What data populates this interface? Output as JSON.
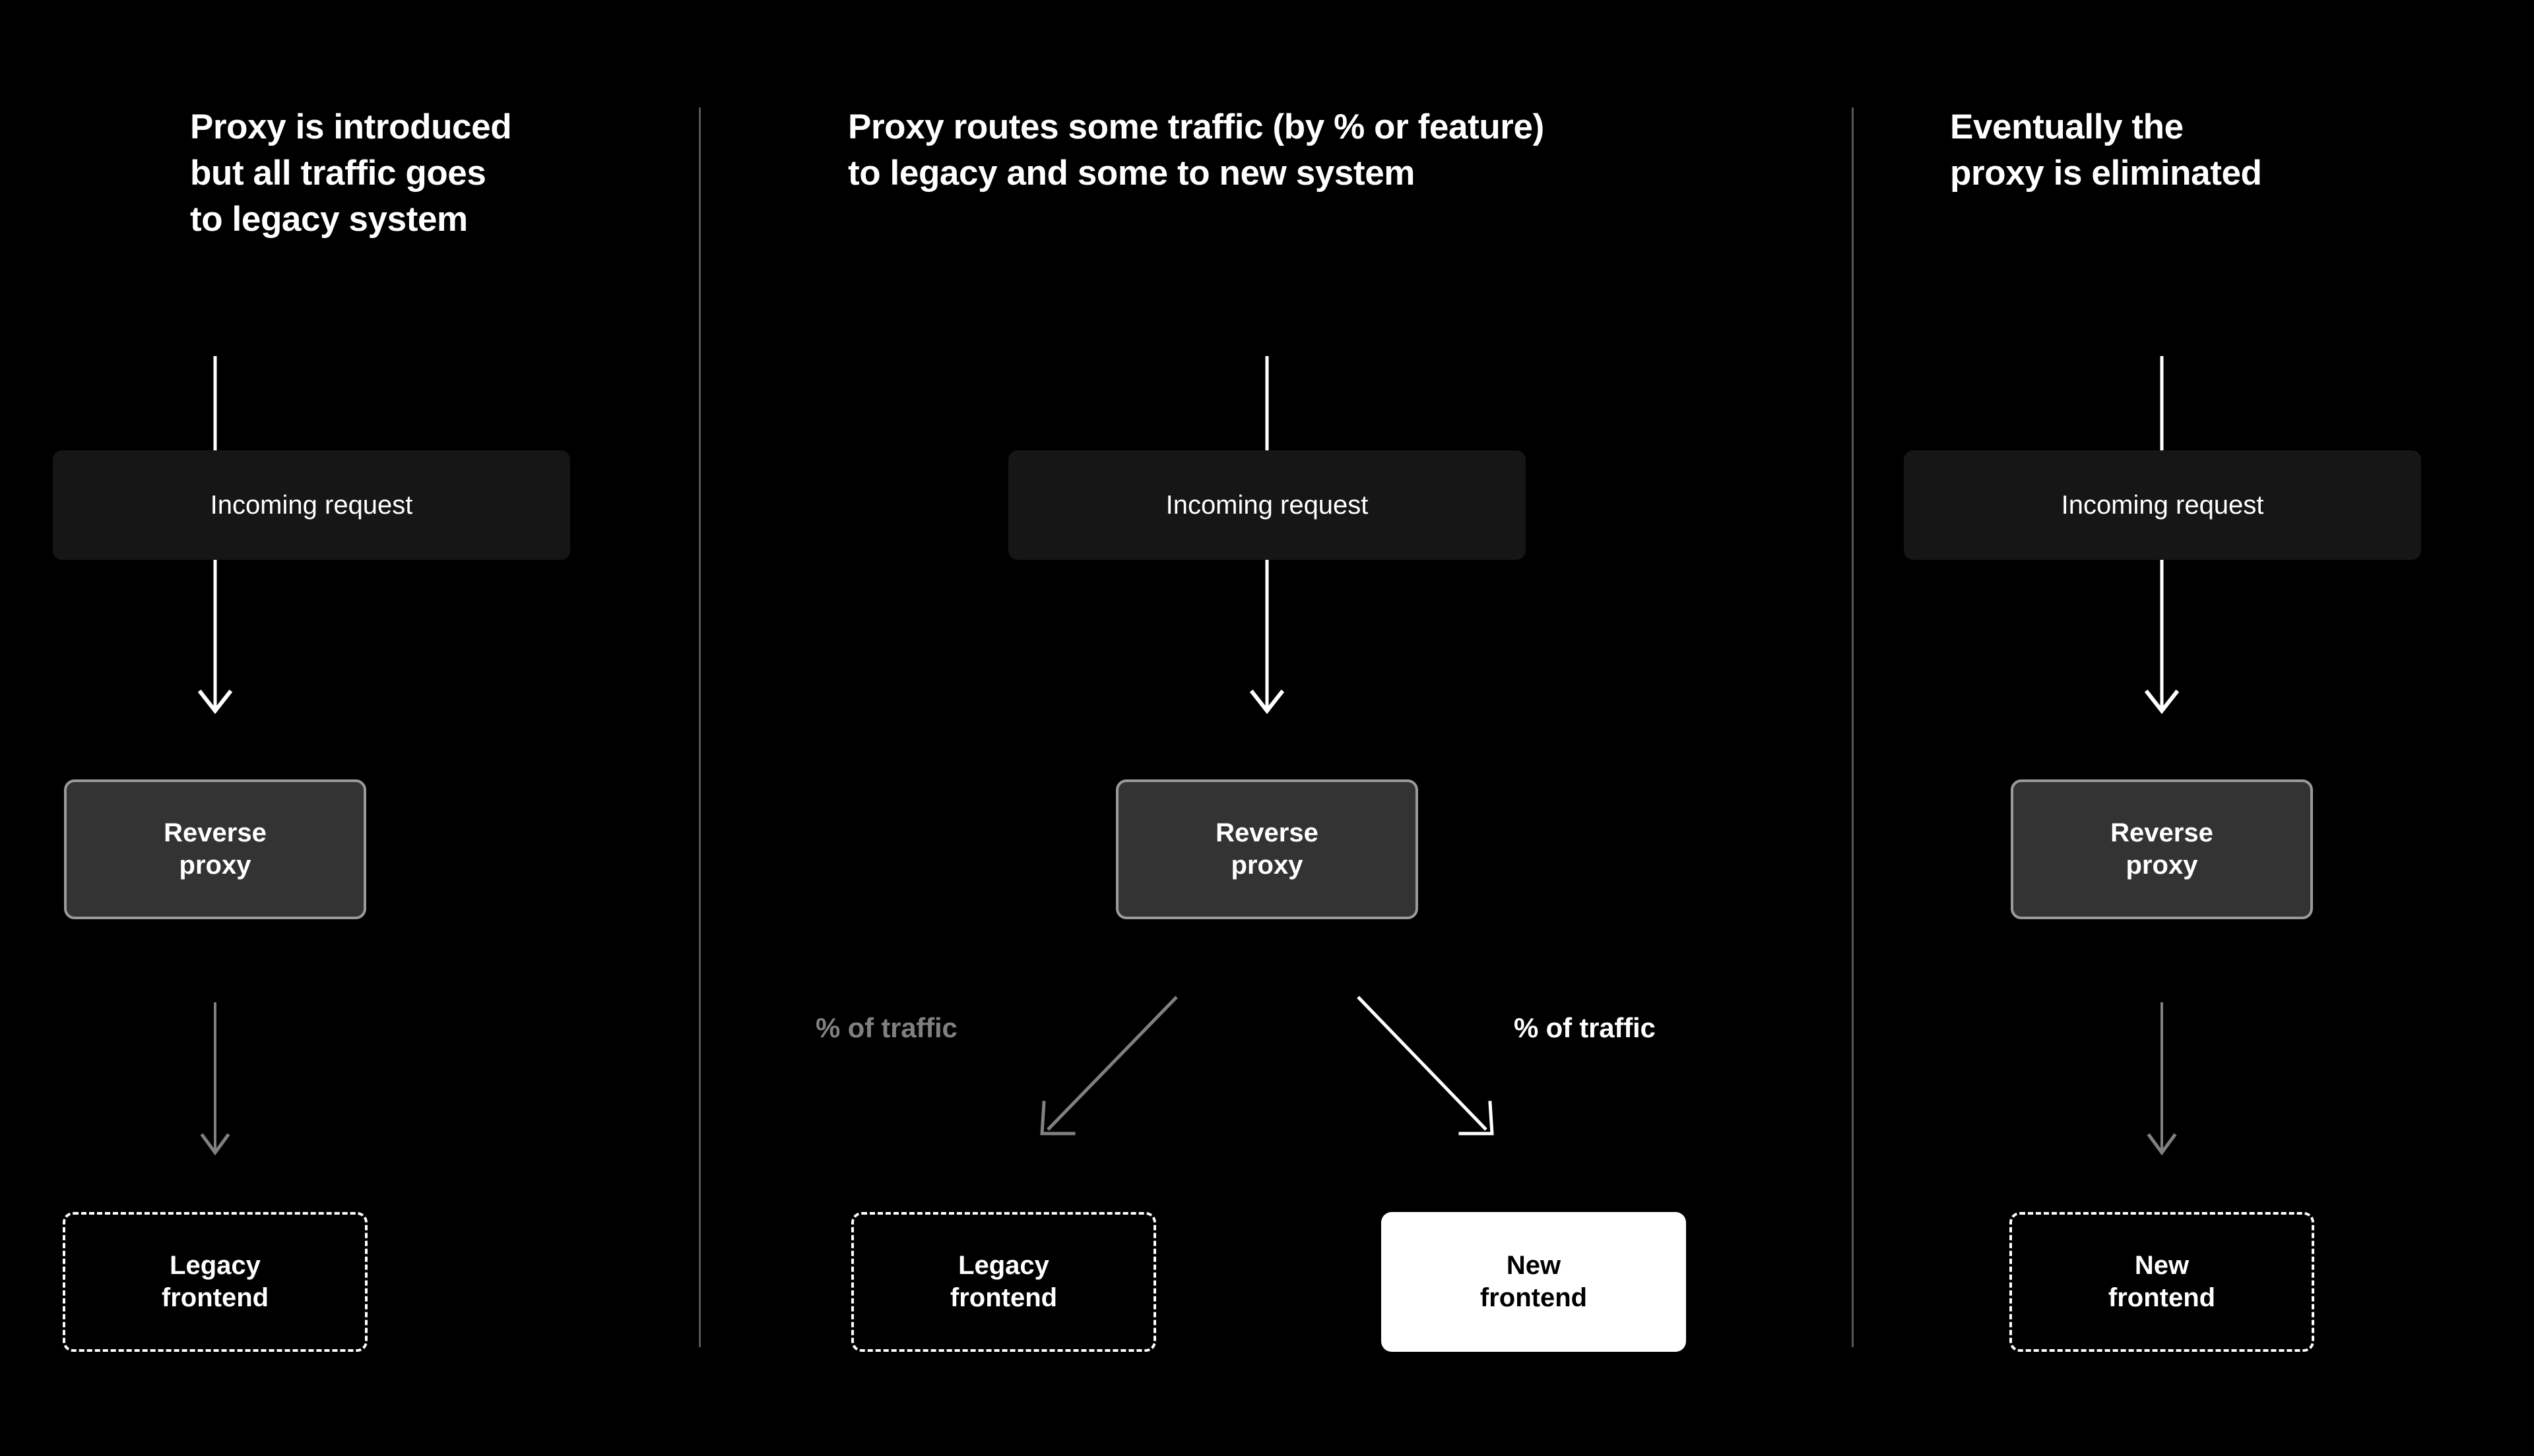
{
  "theme": {
    "background": "#000000",
    "divider": "#575757",
    "incoming_box_fill": "#161616",
    "proxy_box_fill": "#333333",
    "proxy_box_border": "#9a9a9a",
    "dashed_border": "#ffffff",
    "solid_box_fill": "#ffffff",
    "active_line": "#ffffff",
    "inactive_line": "#808080",
    "dim_text": "#808080"
  },
  "columns": [
    {
      "id": "stage-1",
      "heading": "Proxy is introduced\nbut all traffic goes\nto legacy system",
      "incoming": "Incoming request",
      "proxy": "Reverse\nproxy",
      "targets": [
        {
          "id": "legacy",
          "label": "Legacy\nfrontend",
          "style": "dashed",
          "active": true
        }
      ],
      "traffic_labels": []
    },
    {
      "id": "stage-2",
      "heading": "Proxy routes some traffic (by % or feature)\nto legacy and some to new system",
      "incoming": "Incoming request",
      "proxy": "Reverse\nproxy",
      "targets": [
        {
          "id": "legacy",
          "label": "Legacy\nfrontend",
          "style": "dashed",
          "active": false
        },
        {
          "id": "new",
          "label": "New\nfrontend",
          "style": "solid",
          "active": true
        }
      ],
      "traffic_labels": [
        {
          "id": "left",
          "text": "% of traffic",
          "state": "dim"
        },
        {
          "id": "right",
          "text": "% of traffic",
          "state": "lit"
        }
      ]
    },
    {
      "id": "stage-3",
      "heading": "Eventually the\nproxy is eliminated",
      "incoming": "Incoming request",
      "proxy": "Reverse\nproxy",
      "targets": [
        {
          "id": "new",
          "label": "New\nfrontend",
          "style": "dashed",
          "active": true
        }
      ],
      "traffic_labels": []
    }
  ]
}
